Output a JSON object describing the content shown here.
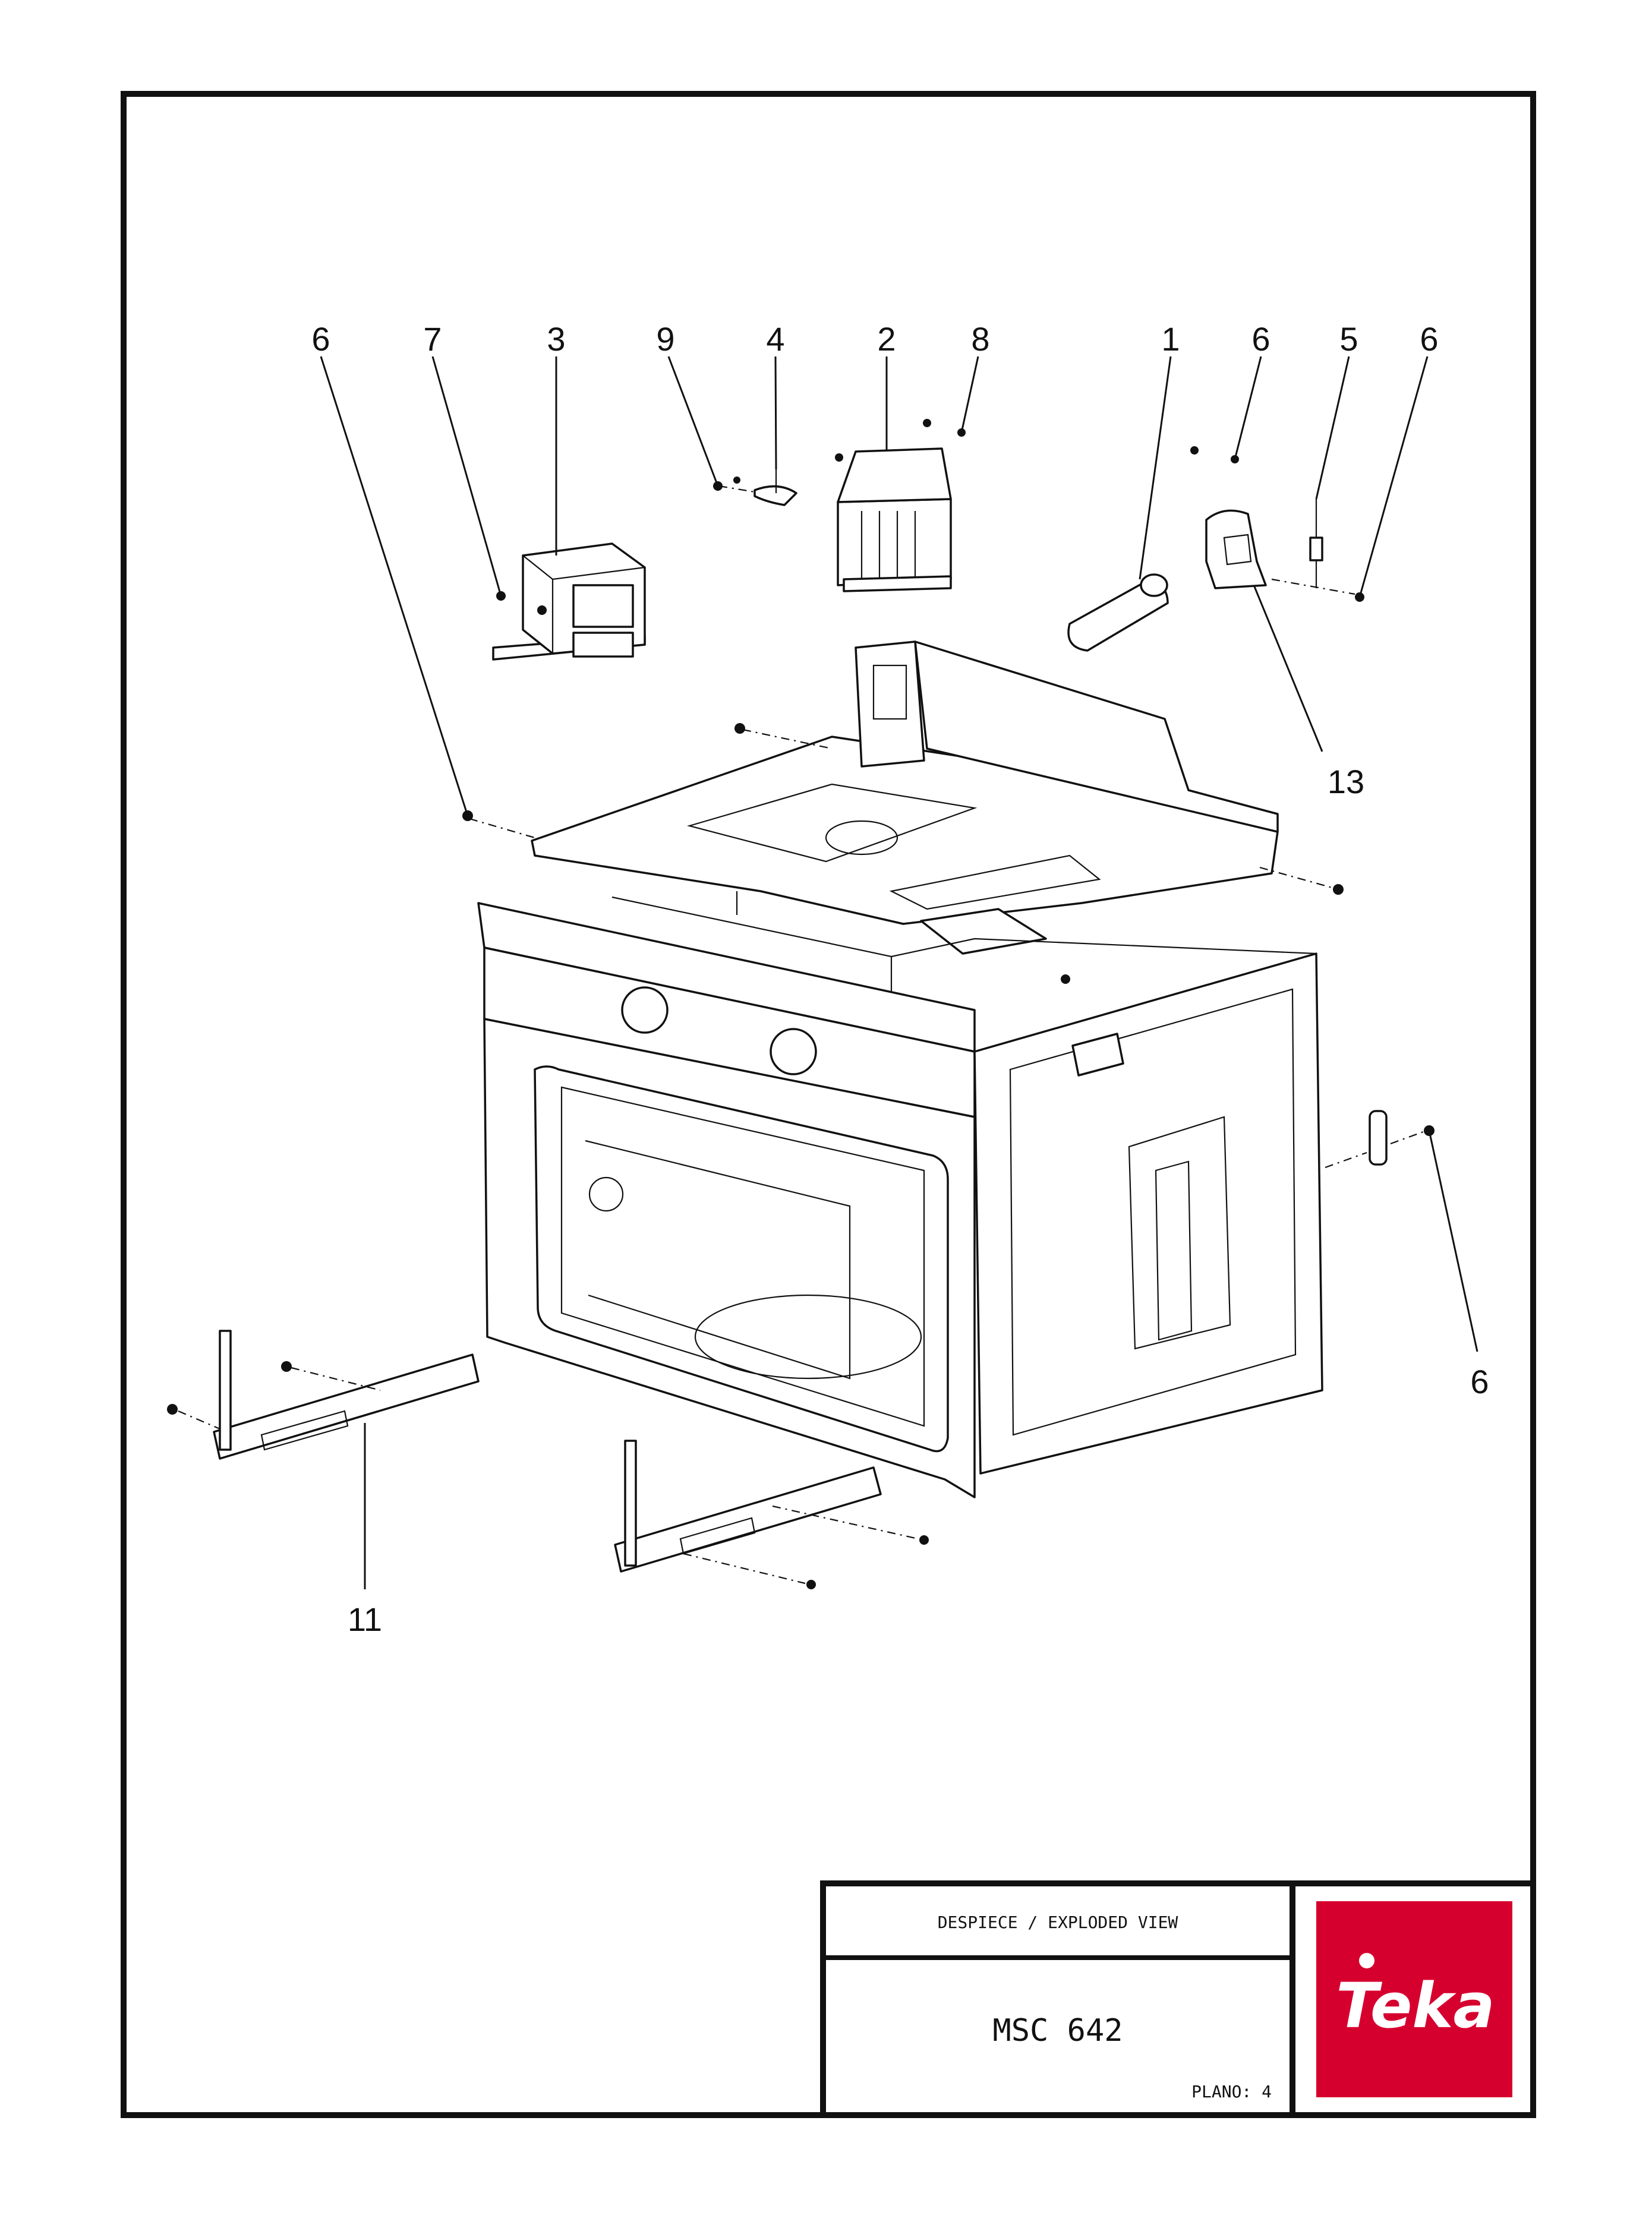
{
  "title_block": {
    "heading": "DESPIECE / EXPLODED VIEW",
    "model": "MSC 642",
    "sheet_label": "PLANO: 4"
  },
  "brand": {
    "name": "Teka",
    "logo_text": "Teka",
    "logo_color": "#d6002f"
  },
  "callouts": [
    {
      "id": "c-6a",
      "label": "6"
    },
    {
      "id": "c-7",
      "label": "7"
    },
    {
      "id": "c-3",
      "label": "3"
    },
    {
      "id": "c-9",
      "label": "9"
    },
    {
      "id": "c-4",
      "label": "4"
    },
    {
      "id": "c-2",
      "label": "2"
    },
    {
      "id": "c-8",
      "label": "8"
    },
    {
      "id": "c-1",
      "label": "1"
    },
    {
      "id": "c-6b",
      "label": "6"
    },
    {
      "id": "c-5",
      "label": "5"
    },
    {
      "id": "c-6c",
      "label": "6"
    },
    {
      "id": "c-13",
      "label": "13"
    },
    {
      "id": "c-6d",
      "label": "6"
    },
    {
      "id": "c-11",
      "label": "11"
    }
  ]
}
